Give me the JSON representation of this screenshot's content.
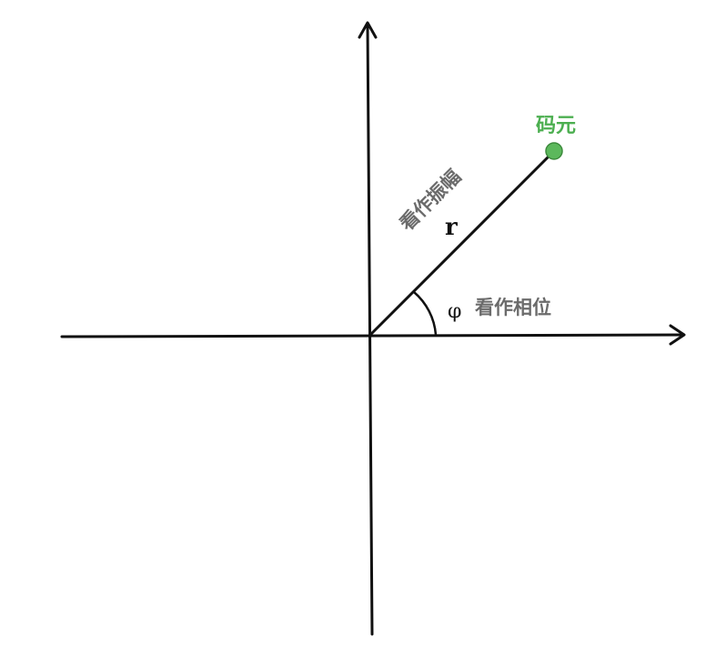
{
  "labels": {
    "point": "码元",
    "radius_symbol": "r",
    "radius_caption": "看作振幅",
    "angle_symbol": "φ",
    "angle_caption": "看作相位"
  },
  "colors": {
    "point": "#5cb85c",
    "point_label": "#4caf50",
    "caption": "#6b6b6b",
    "lines": "#111111"
  }
}
